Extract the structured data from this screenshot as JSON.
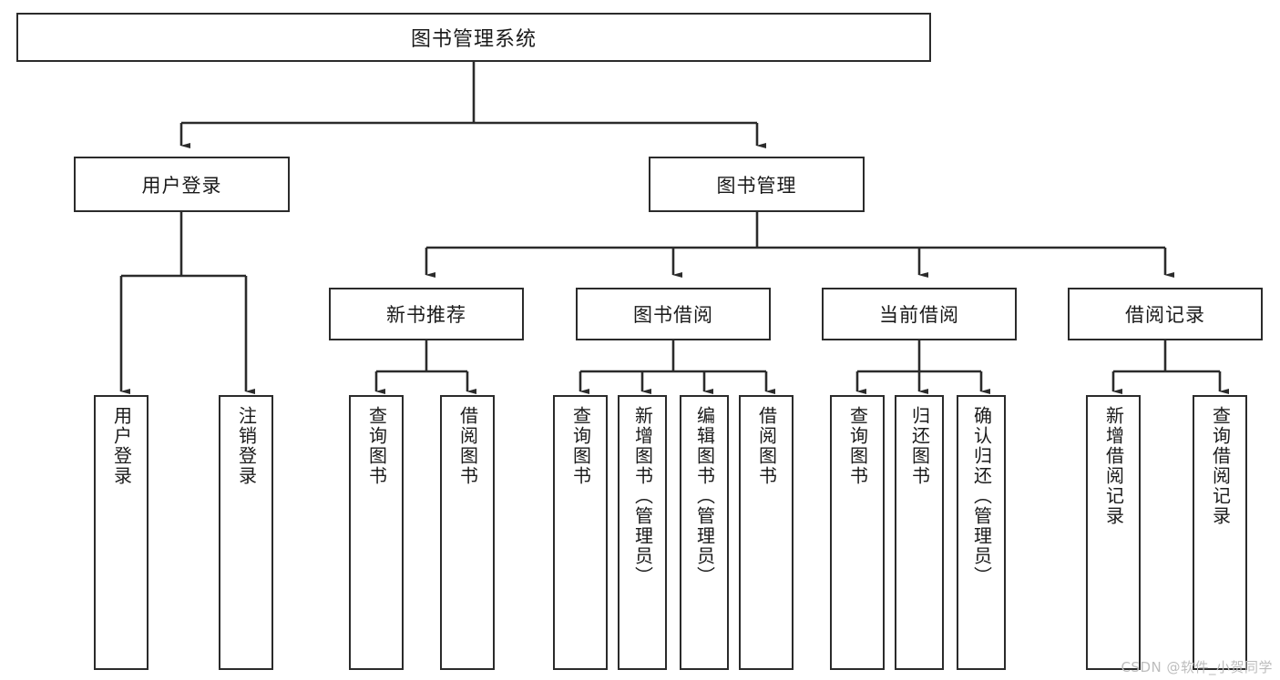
{
  "diagram": {
    "type": "tree",
    "title": "图书管理系统",
    "root": {
      "id": "root",
      "label": "图书管理系统"
    },
    "level1": [
      {
        "id": "user-login",
        "label": "用户登录"
      },
      {
        "id": "book-manage",
        "label": "图书管理"
      }
    ],
    "level2": [
      {
        "id": "new-book-rec",
        "label": "新书推荐",
        "parent": "book-manage"
      },
      {
        "id": "book-borrow",
        "label": "图书借阅",
        "parent": "book-manage"
      },
      {
        "id": "current-borrow",
        "label": "当前借阅",
        "parent": "book-manage"
      },
      {
        "id": "borrow-record",
        "label": "借阅记录",
        "parent": "book-manage"
      }
    ],
    "leaves": {
      "user_login": [
        {
          "id": "leaf-user-login",
          "label": "用户登录"
        },
        {
          "id": "leaf-logout",
          "label": "注销登录"
        }
      ],
      "new_book_rec": [
        {
          "id": "leaf-query-book-1",
          "label": "查询图书"
        },
        {
          "id": "leaf-borrow-book-1",
          "label": "借阅图书"
        }
      ],
      "book_borrow": [
        {
          "id": "leaf-query-book-2",
          "label": "查询图书"
        },
        {
          "id": "leaf-add-book",
          "label": "新增图书（管理员）"
        },
        {
          "id": "leaf-edit-book",
          "label": "编辑图书（管理员）"
        },
        {
          "id": "leaf-borrow-book-2",
          "label": "借阅图书"
        }
      ],
      "current_borrow": [
        {
          "id": "leaf-query-book-3",
          "label": "查询图书"
        },
        {
          "id": "leaf-return-book",
          "label": "归还图书"
        },
        {
          "id": "leaf-confirm-return",
          "label": "确认归还（管理员）"
        }
      ],
      "borrow_record": [
        {
          "id": "leaf-add-record",
          "label": "新增借阅记录"
        },
        {
          "id": "leaf-query-record",
          "label": "查询借阅记录"
        }
      ]
    }
  },
  "watermark": {
    "text": "CSDN @软件_小贺同学"
  },
  "colors": {
    "border": "#2b2b2b",
    "background": "#ffffff",
    "text": "#1a1a1a",
    "watermark": "#bdbdbd"
  }
}
